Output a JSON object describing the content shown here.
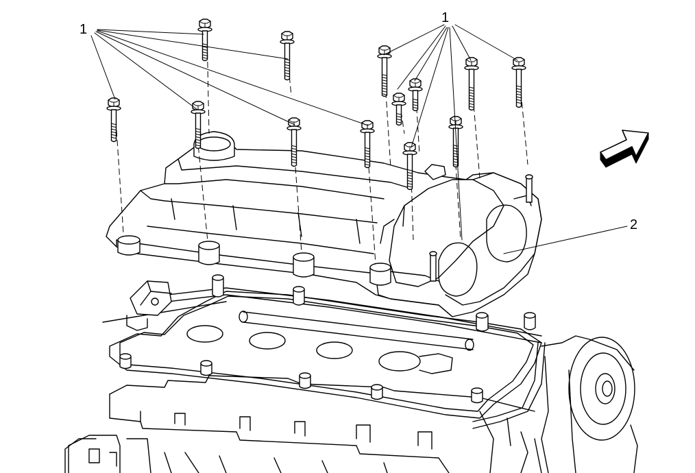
{
  "callouts": {
    "left": "1",
    "right": "1",
    "cover": "2"
  },
  "parts": [
    {
      "callout": "1",
      "name": "bolt"
    },
    {
      "callout": "2",
      "name": "cover"
    }
  ],
  "colors": {
    "line": "#000000",
    "background": "#ffffff"
  }
}
